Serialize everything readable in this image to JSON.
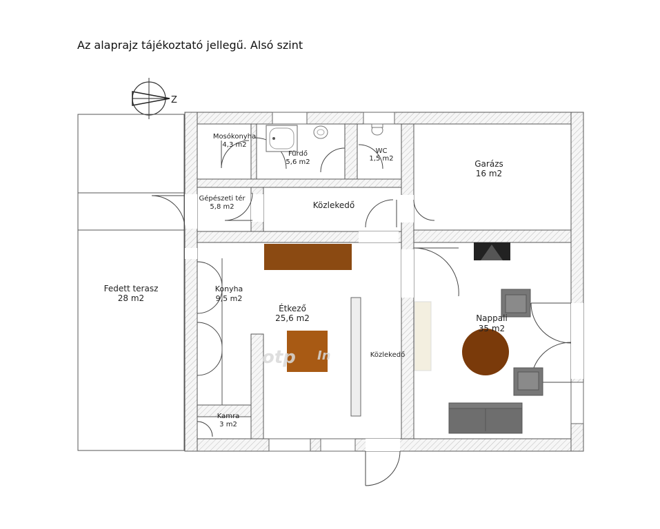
{
  "title": "Az alaprajz tájékoztató jellegű. Alsó szint",
  "compass": {
    "letter": "Z"
  },
  "watermark": {
    "text": "otp",
    "suffix": "In"
  },
  "rooms": {
    "mosokonyha": {
      "name": "Mosókonyha",
      "area": "4,3 m2"
    },
    "furdo": {
      "name": "Fürdő",
      "area": "5,6 m2"
    },
    "wc": {
      "name": "WC",
      "area": "1,5 m2"
    },
    "garazs": {
      "name": "Garázs",
      "area": "16 m2"
    },
    "gepeszeti": {
      "name": "Gépészeti tér",
      "area": "5,8 m2"
    },
    "kozlekedo_top": {
      "name": "Közlekedő"
    },
    "fedett_terasz": {
      "name": "Fedett terasz",
      "area": "28 m2"
    },
    "konyha": {
      "name": "Konyha",
      "area": "9,5 m2"
    },
    "etkezo": {
      "name": "Étkező",
      "area": "25,6 m2"
    },
    "kozlekedo_side": {
      "name": "Közlekedő"
    },
    "nappali": {
      "name": "Nappali",
      "area": "35 m2"
    },
    "kamra": {
      "name": "Kamra",
      "area": "3 m2"
    }
  },
  "colors": {
    "wall_fill": "#f3f3f3",
    "wall_stroke": "#555555",
    "furniture_brown": "#8b4a12",
    "table_brown": "#a85a14",
    "round_table": "#7a3a0a",
    "sofa_gray": "#6e6e6e",
    "fireplace": "#222222"
  }
}
